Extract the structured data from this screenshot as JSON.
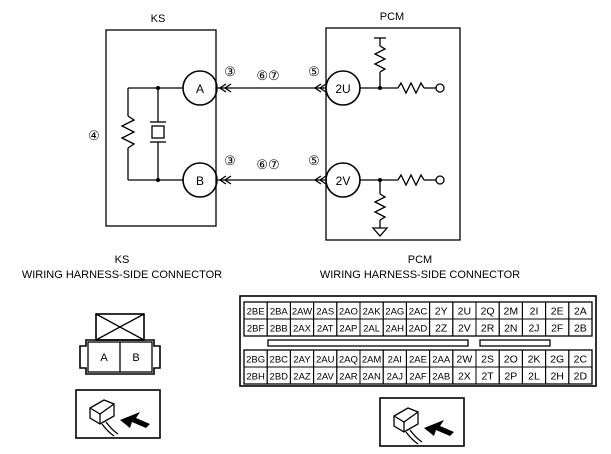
{
  "diagram": {
    "ks_label": "KS",
    "pcm_label": "PCM",
    "ks_pins": [
      "A",
      "B"
    ],
    "pcm_pins": [
      "2U",
      "2V"
    ],
    "callouts": {
      "ks_side": "③",
      "harness": "⑥⑦",
      "pcm_side": "⑤",
      "sensor": "④"
    }
  },
  "ks_connector": {
    "title_line1": "KS",
    "title_line2": "WIRING HARNESS-SIDE CONNECTOR",
    "terminals": [
      "A",
      "B"
    ]
  },
  "pcm_connector": {
    "title_line1": "PCM",
    "title_line2": "WIRING HARNESS-SIDE CONNECTOR",
    "upper_rows": [
      [
        "2BE",
        "2BA",
        "2AW",
        "2AS",
        "2AO",
        "2AK",
        "2AG",
        "2AC",
        "2Y",
        "2U",
        "2Q",
        "2M",
        "2I",
        "2E",
        "2A"
      ],
      [
        "2BF",
        "2BB",
        "2AX",
        "2AT",
        "2AP",
        "2AL",
        "2AH",
        "2AD",
        "2Z",
        "2V",
        "2R",
        "2N",
        "2J",
        "2F",
        "2B"
      ]
    ],
    "lower_rows": [
      [
        "2BG",
        "2BC",
        "2AY",
        "2AU",
        "2AQ",
        "2AM",
        "2AI",
        "2AE",
        "2AA",
        "2W",
        "2S",
        "2O",
        "2K",
        "2G",
        "2C"
      ],
      [
        "2BH",
        "2BD",
        "2AZ",
        "2AV",
        "2AR",
        "2AN",
        "2AJ",
        "2AF",
        "2AB",
        "2X",
        "2T",
        "2P",
        "2L",
        "2H",
        "2D"
      ]
    ]
  }
}
